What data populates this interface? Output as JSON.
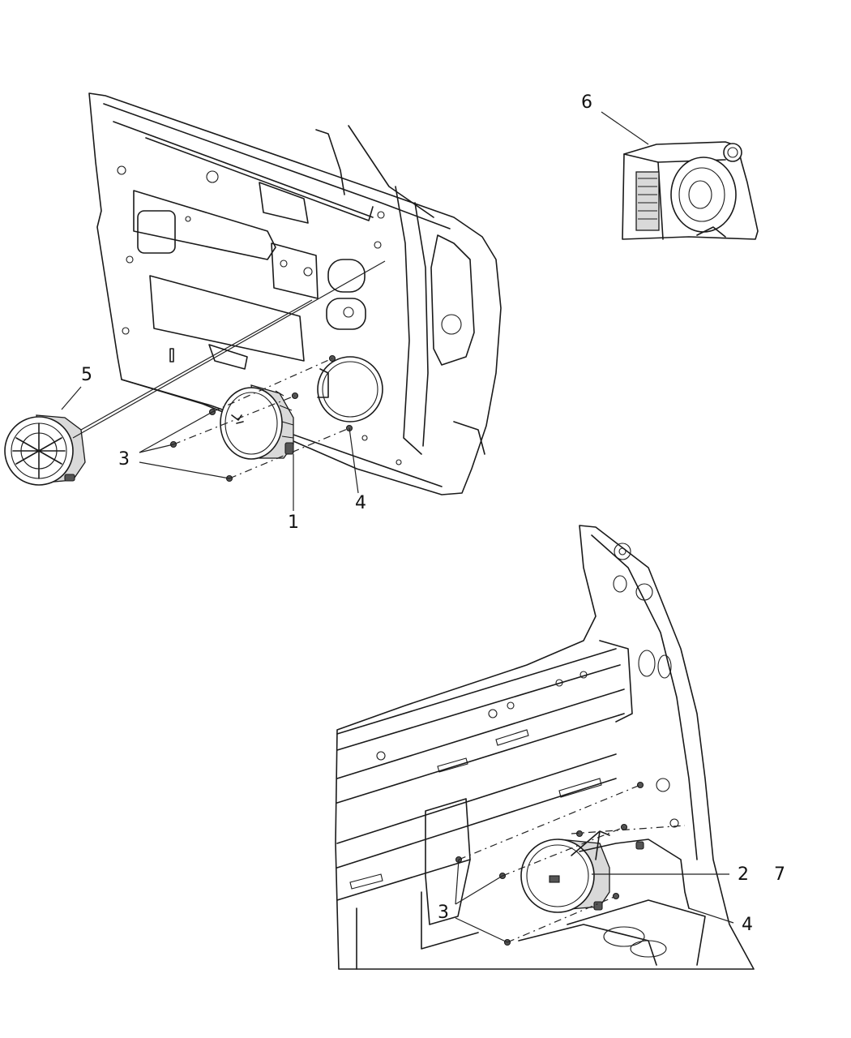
{
  "callouts": {
    "c1": "1",
    "c2": "2",
    "c3_front": "3",
    "c3_rear": "3",
    "c4_front": "4",
    "c4_rear": "4",
    "c5": "5",
    "c6": "6",
    "c7": "7"
  }
}
